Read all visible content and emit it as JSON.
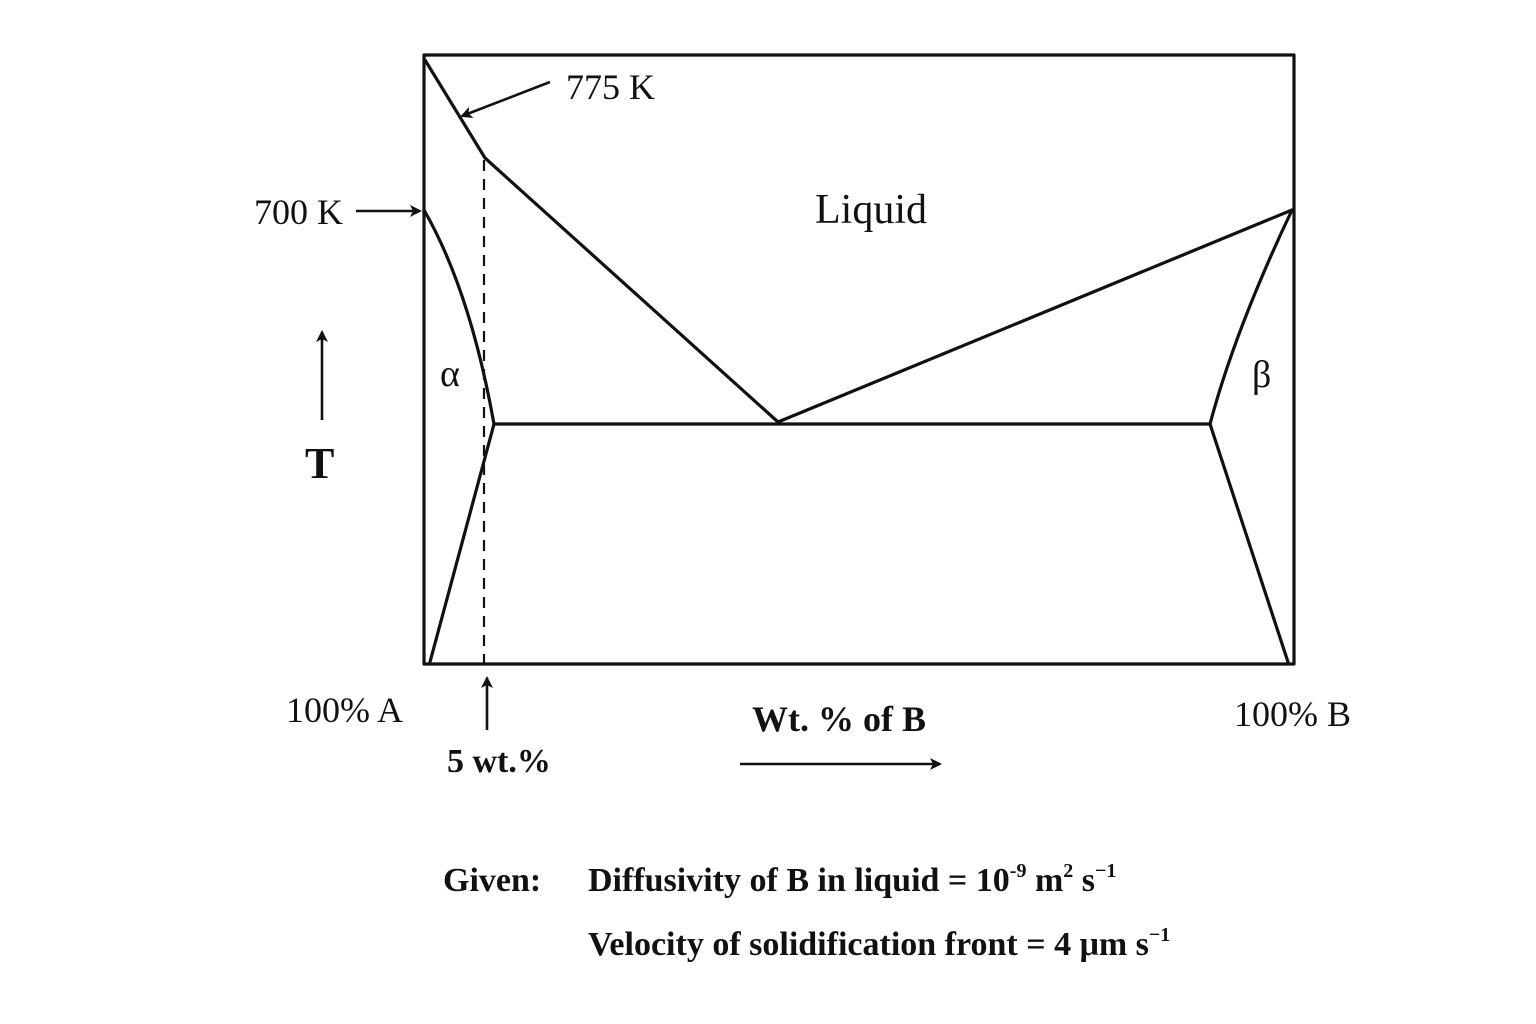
{
  "diagram": {
    "labels": {
      "temp_high": "775 K",
      "temp_melt": "700 K",
      "liquid": "Liquid",
      "alpha": "α",
      "beta": "β",
      "t_axis": "T",
      "pure_a": "100% A",
      "pure_b": "100% B",
      "x_axis": "Wt. % of B",
      "alloy_comp": "5 wt.%"
    }
  },
  "given": {
    "heading": "Given:",
    "diffusivity": {
      "text": "Diffusivity of B in liquid = 10",
      "exp1": "-9",
      "unit1": " m",
      "exp2": "2",
      "unit2": " s",
      "exp3": "−1"
    },
    "velocity": {
      "text": "Velocity of solidification front = 4 μm s",
      "exp": "−1"
    }
  }
}
